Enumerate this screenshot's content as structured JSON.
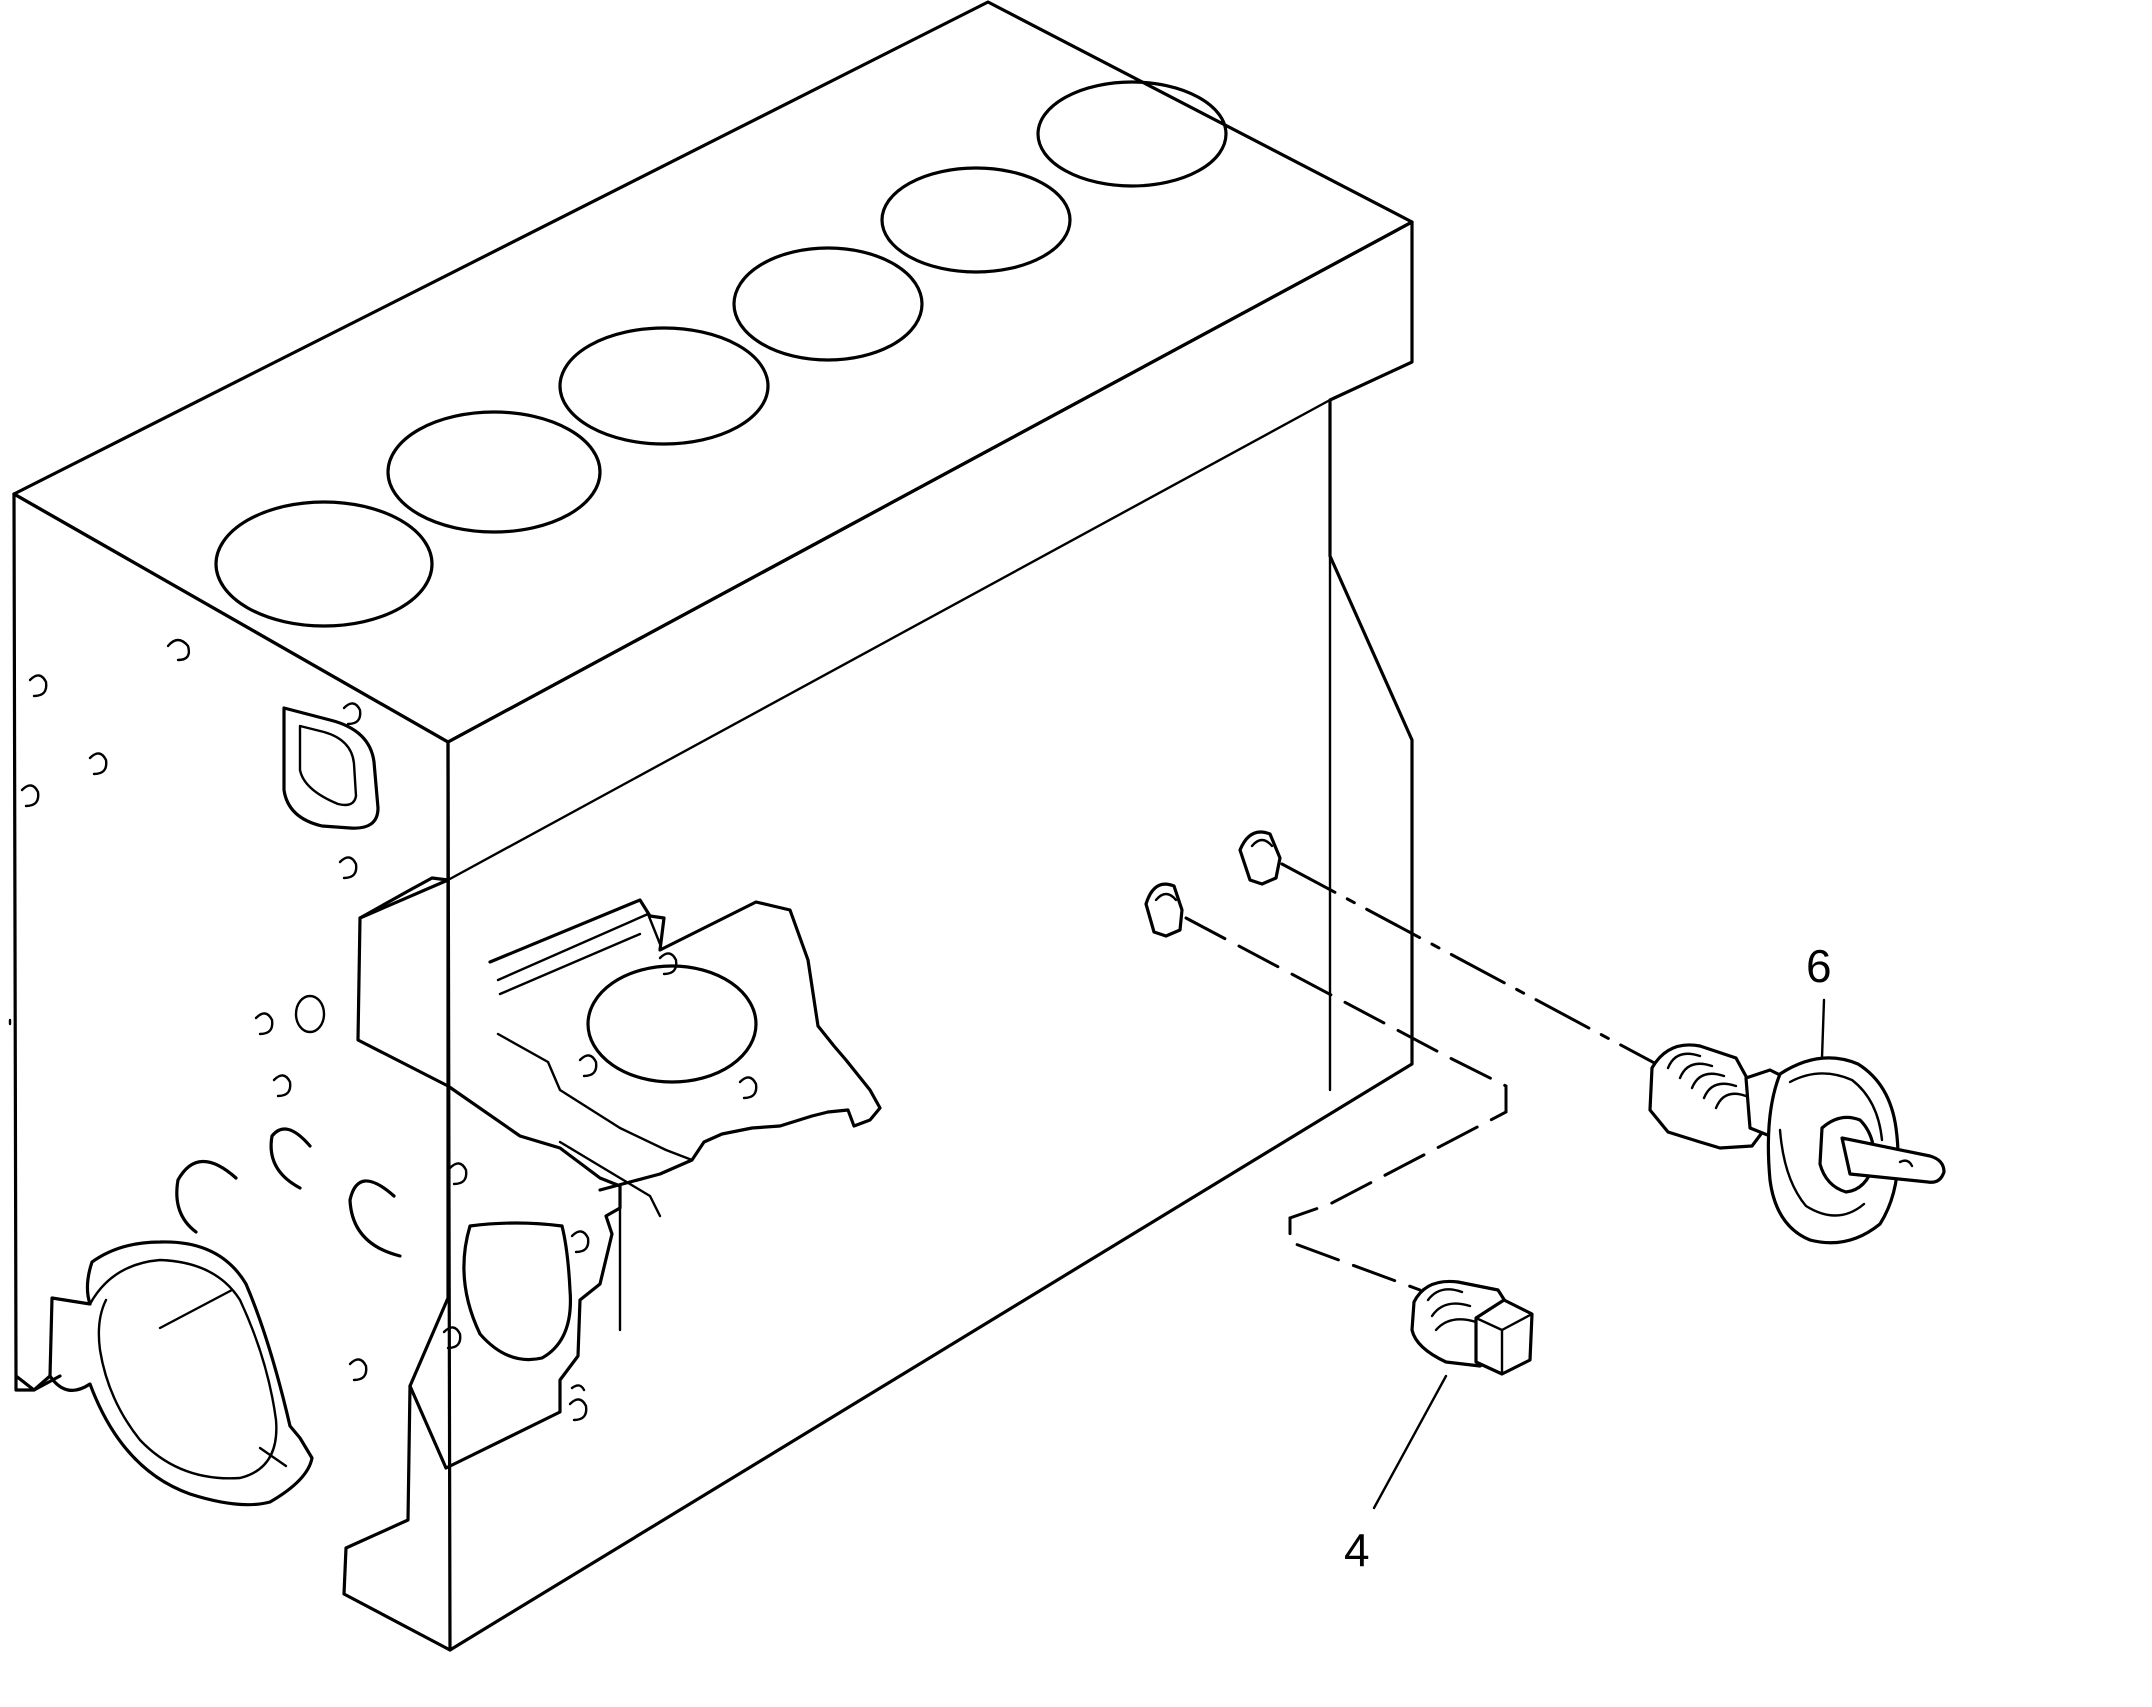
{
  "diagram": {
    "callouts": [
      {
        "id": "plug",
        "label": "4"
      },
      {
        "id": "sender",
        "label": "6"
      }
    ]
  },
  "colors": {
    "line": "#000000",
    "background": "#ffffff"
  }
}
